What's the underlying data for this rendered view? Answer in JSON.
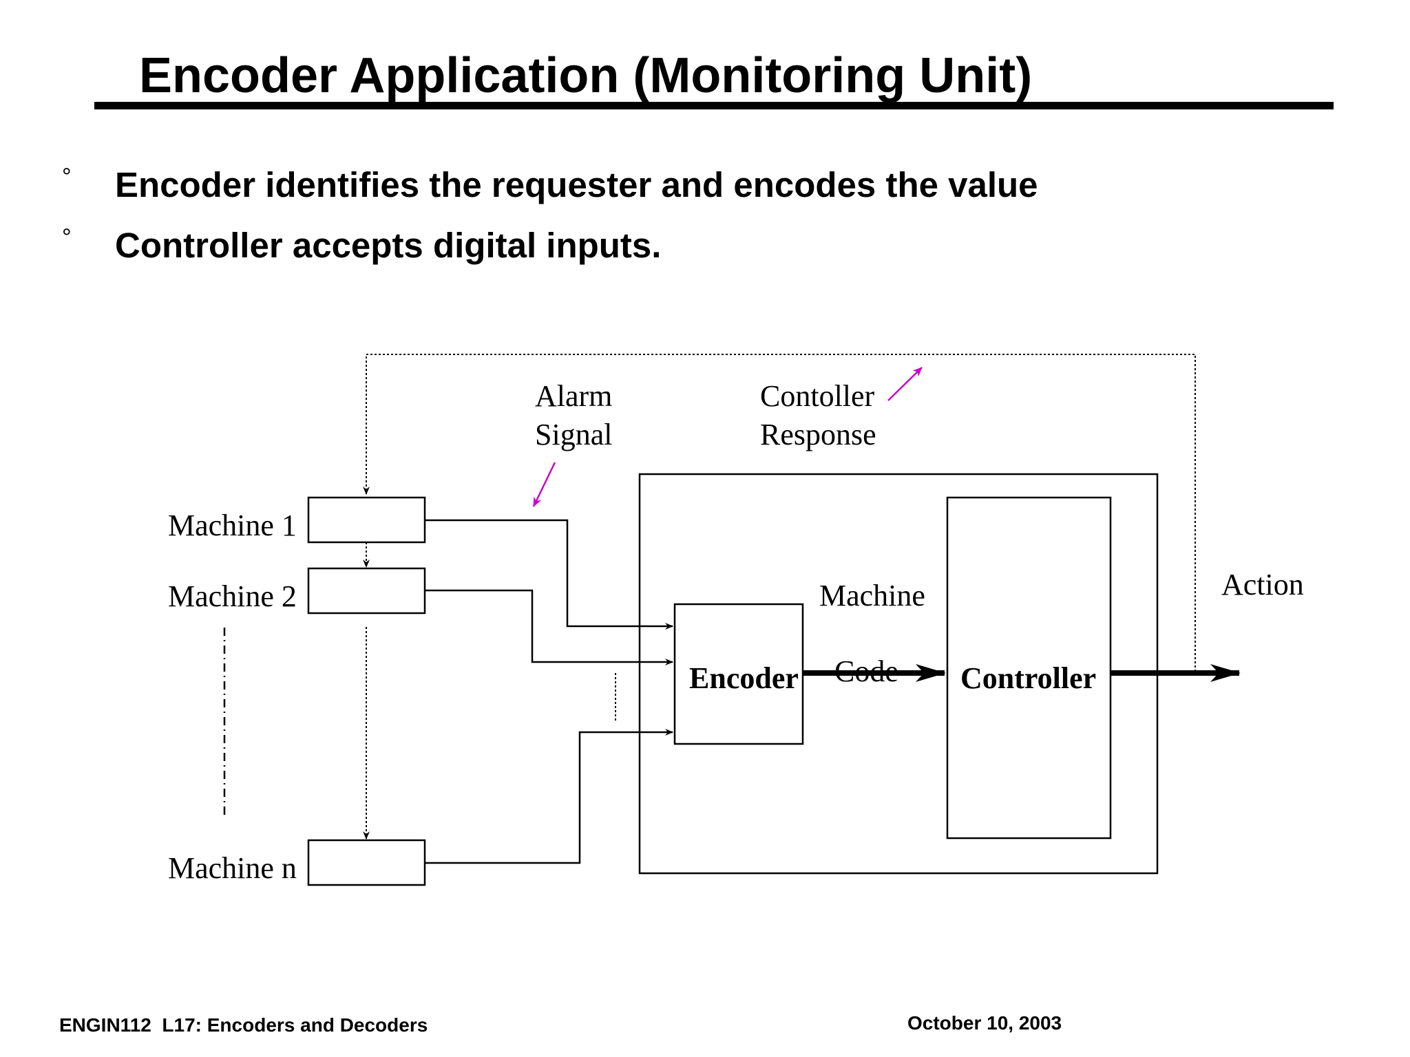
{
  "slide": {
    "title": "Encoder Application (Monitoring Unit)"
  },
  "bullets": [
    {
      "marker": "°",
      "text": "Encoder identifies the requester and encodes the value"
    },
    {
      "marker": "°",
      "text": "Controller accepts digital inputs."
    }
  ],
  "diagram": {
    "machines": [
      "Machine 1",
      "Machine 2",
      "Machine n"
    ],
    "alarm_signal": [
      "Alarm",
      "Signal"
    ],
    "controller_response": [
      "Contoller",
      "Response"
    ],
    "encoder_label": "Encoder",
    "machine_code": [
      "Machine",
      "Code"
    ],
    "controller_label": "Controller",
    "action_label": "Action",
    "annotation_arrow_color": "#cc00cc"
  },
  "footer": {
    "left": "ENGIN112  L17: Encoders and Decoders",
    "right": "October 10, 2003"
  }
}
